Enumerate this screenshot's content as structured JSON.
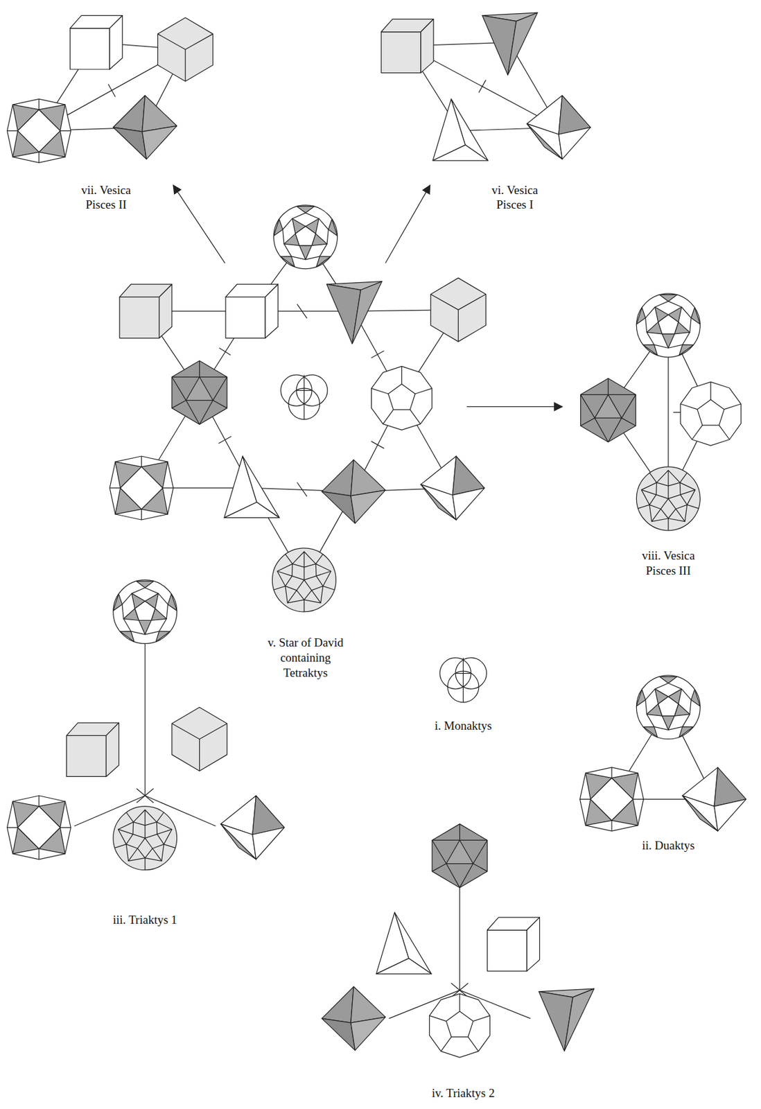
{
  "diagram": {
    "labels": [
      "vii. Vesica Pisces II",
      "vi. Vesica Pisces I",
      "viii. Vesica Pisces III",
      "v. Star of David containing Tetraktys",
      "i. Monaktys",
      "ii. Duaktys",
      "iii. Triaktys 1",
      "iv. Triaktys 2"
    ]
  }
}
